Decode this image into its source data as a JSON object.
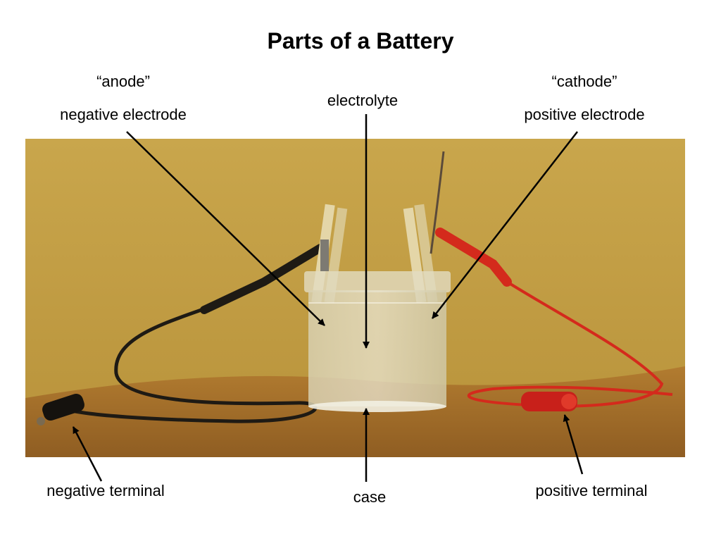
{
  "title": "Parts of a Battery",
  "labels": {
    "anode_quote": "“anode”",
    "anode": "negative electrode",
    "electrolyte": "electrolyte",
    "cathode_quote": "“cathode”",
    "cathode": "positive electrode",
    "negative_terminal": "negative terminal",
    "case": "case",
    "positive_terminal": "positive terminal"
  },
  "colors": {
    "wall": "#c8a54a",
    "table": "#a8742e",
    "wire_black": "#1e1a14",
    "wire_red": "#d42a1c",
    "arrow": "#000000"
  }
}
